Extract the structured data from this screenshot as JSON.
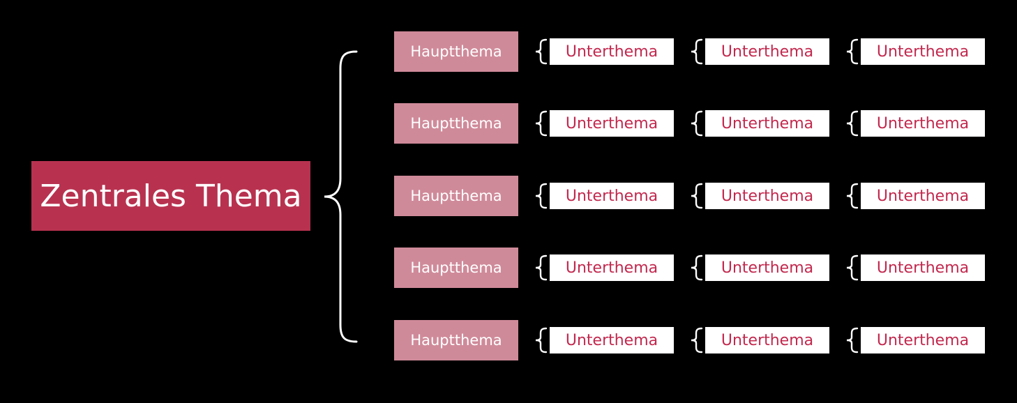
{
  "central_topic": "Zentrales Thema",
  "colors": {
    "background": "#000000",
    "central": "#b83250",
    "main_topic": "#cf8a99",
    "sub_topic_bg": "#ffffff",
    "sub_topic_text": "#c2284e",
    "brace": "#ffffff"
  },
  "branches": [
    {
      "label": "Hauptthema",
      "subtopics": [
        "Unterthema",
        "Unterthema",
        "Unterthema"
      ]
    },
    {
      "label": "Hauptthema",
      "subtopics": [
        "Unterthema",
        "Unterthema",
        "Unterthema"
      ]
    },
    {
      "label": "Hauptthema",
      "subtopics": [
        "Unterthema",
        "Unterthema",
        "Unterthema"
      ]
    },
    {
      "label": "Hauptthema",
      "subtopics": [
        "Unterthema",
        "Unterthema",
        "Unterthema"
      ]
    },
    {
      "label": "Hauptthema",
      "subtopics": [
        "Unterthema",
        "Unterthema",
        "Unterthema"
      ]
    }
  ]
}
